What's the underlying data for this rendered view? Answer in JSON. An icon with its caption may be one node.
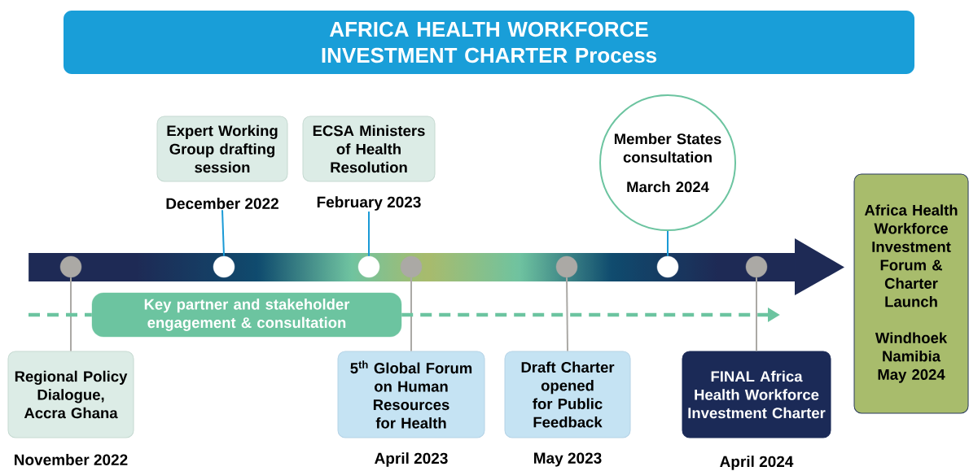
{
  "diagram": {
    "title": "AFRICA HEALTH WORKFORCE INVESTMENT CHARTER Process",
    "nodes": [
      {
        "text": [
          "Expert Working Group drafting session"
        ],
        "beside": [
          "December 2022"
        ]
      },
      {
        "text": [
          "ECSA Ministers of Health Resolution"
        ],
        "beside": [
          "February 2023"
        ]
      },
      {
        "text": [
          "Member States consultation",
          "March 2024"
        ]
      },
      {
        "text": [
          "Regional Policy Dialogue, Accra Ghana"
        ],
        "beside": [
          "November 2022"
        ]
      },
      {
        "text": [
          "\\mathbf{5}^{\\mathbf{th}}",
          "Global Forum on Human Resources for Health"
        ],
        "beside": [
          "April 2023"
        ]
      },
      {
        "text": [
          "Draft Charter opened for Public Feedback"
        ],
        "beside": [
          "May 2023"
        ]
      },
      {
        "text": [
          "FINAL Africa Health Workforce Investment Charter"
        ],
        "beside": [
          "April 2024"
        ]
      },
      {
        "text": [
          "Africa Health Workforce Investment Forum & Charter Launch",
          "Windhoek Namibia May 2024"
        ]
      },
      {
        "text": [
          "Key partner and stakeholder engagement & consultation"
        ]
      },
      {
        "text": [],
        "shape": "circle"
      },
      {
        "text": [],
        "shape": "circle"
      },
      {
        "text": [],
        "shape": "circle"
      },
      {
        "text": [],
        "shape": "circle"
      },
      {
        "text": [],
        "shape": "circle"
      },
      {
        "text": [],
        "shape": "circle"
      },
      {
        "text": [],
        "shape": "circle"
      }
    ],
    "edges": [
      {
        "from": 0,
        "to": 10,
        "arrow": "none",
        "color": "#1a9ad6"
      },
      {
        "from": 1,
        "to": 11,
        "arrow": "none",
        "color": "#1a9ad6"
      },
      {
        "from": 2,
        "to": 14,
        "arrow": "none",
        "color": "#1a9ad6"
      },
      {
        "from": 3,
        "to": 9,
        "arrow": "none"
      },
      {
        "from": 4,
        "to": 12,
        "arrow": "none"
      },
      {
        "from": 5,
        "to": 13,
        "arrow": "none"
      },
      {
        "from": 6,
        "to": 15,
        "arrow": "none"
      },
      {
        "from": null,
        "to": 8,
        "arrow": "none",
        "style": "dashed",
        "color": "#6cc4a0"
      },
      {
        "from": 8,
        "to": null,
        "arrow": "to",
        "style": "dashed",
        "color": "#6cc4a0"
      }
    ]
  }
}
